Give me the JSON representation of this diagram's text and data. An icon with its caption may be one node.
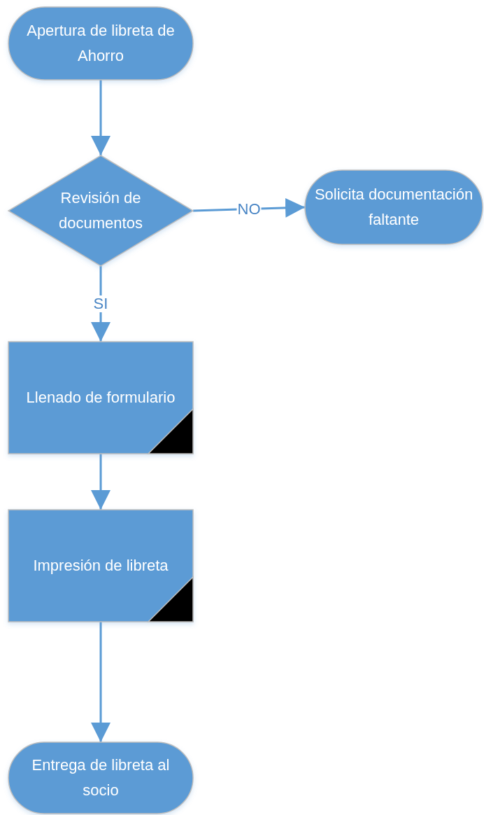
{
  "diagram": {
    "nodes": [
      {
        "text": [
          "Apertura de libreta de Ahorro"
        ]
      },
      {
        "text": [
          "Revisión de documentos"
        ]
      },
      {
        "text": [
          "Solicita documentación faltante"
        ]
      },
      {
        "text": [
          "Llenado de formulario"
        ]
      },
      {
        "text": [
          "Impresión de libreta"
        ]
      },
      {
        "text": [
          "Entrega de libreta al socio"
        ]
      }
    ],
    "edges": [
      {
        "from": 0,
        "to": 1,
        "arrow": "to"
      },
      {
        "from": 1,
        "to": 2,
        "arrow": "to",
        "label": "NO"
      },
      {
        "from": 1,
        "to": 3,
        "arrow": "to",
        "label": "SI"
      },
      {
        "from": 3,
        "to": 4,
        "arrow": "to"
      },
      {
        "from": 4,
        "to": 5,
        "arrow": "to"
      }
    ]
  }
}
